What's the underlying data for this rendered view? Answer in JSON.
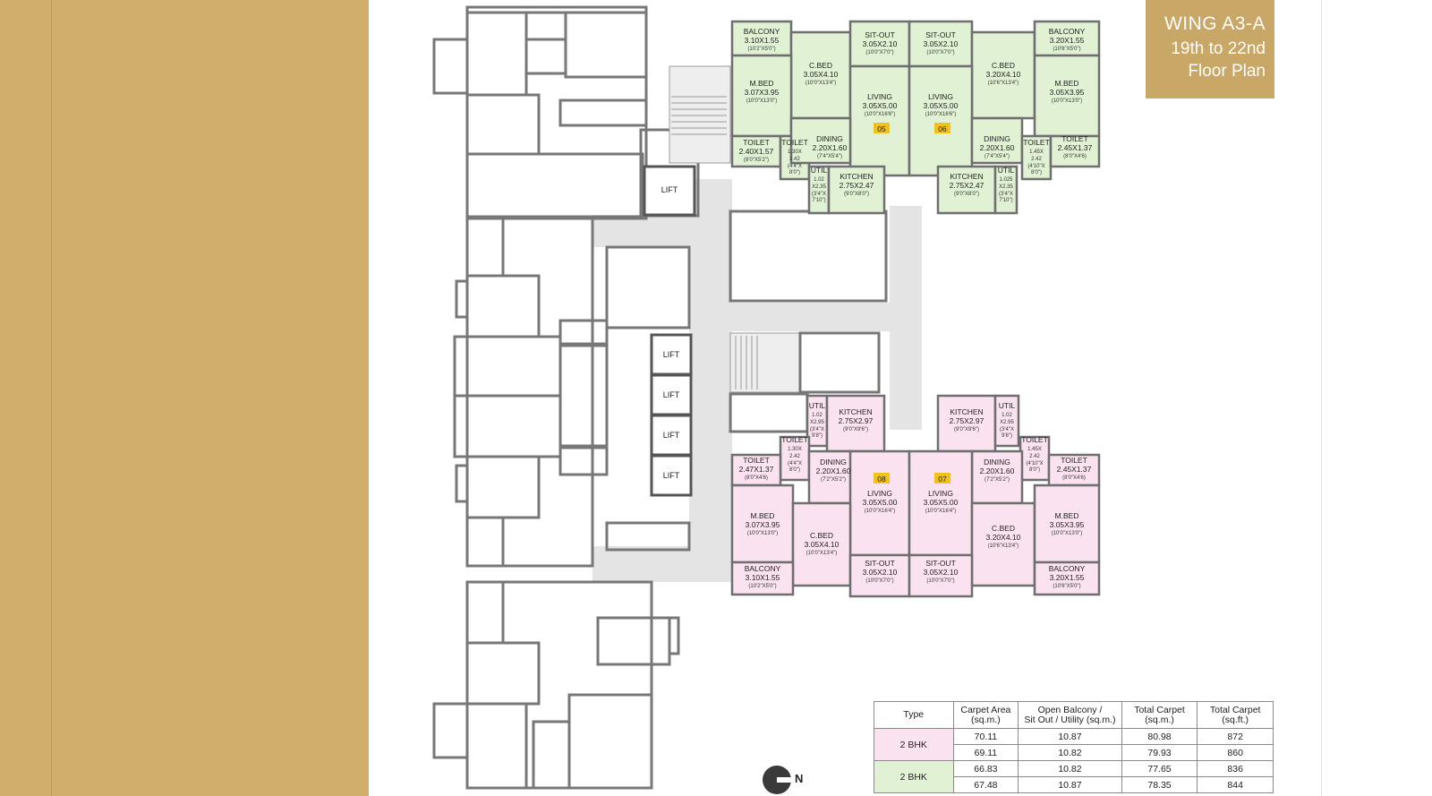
{
  "title": {
    "wing": "WING A3-A",
    "floors_line1": "19th to 22nd",
    "floors_line2": "Floor Plan"
  },
  "colors": {
    "gold_band": "#d0ae6c",
    "badge": "#c9a766",
    "green_flat": "#e1f2d4",
    "pink_flat": "#fbe2f1",
    "corridor": "#e4e4e4",
    "unit_tag": "#f3c21a"
  },
  "lifts": [
    "LIFT",
    "LIFT",
    "LIFT",
    "LIFT",
    "LIFT"
  ],
  "units": {
    "u05": {
      "tag": "05"
    },
    "u06": {
      "tag": "06"
    },
    "u07": {
      "tag": "07"
    },
    "u08": {
      "tag": "08"
    }
  },
  "rooms": {
    "u05": {
      "balcony": {
        "name": "BALCONY",
        "m": "3.10X1.55",
        "f": "(10'2\"X5'0\")"
      },
      "cbed": {
        "name": "C.BED",
        "m": "3.05X4.10",
        "f": "(10'0\"X13'4\")"
      },
      "sitout": {
        "name": "SIT-OUT",
        "m": "3.05X2.10",
        "f": "(10'0\"X7'0\")"
      },
      "mbed": {
        "name": "M.BED",
        "m": "3.07X3.95",
        "f": "(10'0\"X13'0\")"
      },
      "living": {
        "name": "LIVING",
        "m": "3.05X5.00",
        "f": "(10'0\"X16'6\")"
      },
      "toilet1": {
        "name": "TOILET",
        "m": "2.40X1.57",
        "f": "(8'0\"X5'2\")"
      },
      "toilet2": {
        "name": "TOILET",
        "m1": "1.30X",
        "m2": "2.42",
        "f1": "(4'4\"X",
        "f2": "8'0\")"
      },
      "dining": {
        "name": "DINING",
        "m": "2.20X1.60",
        "f": "(7'4\"X5'4\")"
      },
      "util": {
        "name": "UTIL",
        "m1": "1.02",
        "m2": "X2.35",
        "f1": "(3'4\"X",
        "f2": "7'10\")"
      },
      "kitchen": {
        "name": "KITCHEN",
        "m": "2.75X2.47",
        "f": "(9'0\"X8'0\")"
      }
    },
    "u06": {
      "sitout": {
        "name": "SIT-OUT",
        "m": "3.05X2.10",
        "f": "(10'0\"X7'0\")"
      },
      "cbed": {
        "name": "C.BED",
        "m": "3.20X4.10",
        "f": "(10'6\"X13'4\")"
      },
      "balcony": {
        "name": "BALCONY",
        "m": "3.20X1.55",
        "f": "(10'6\"X5'0\")"
      },
      "living": {
        "name": "LIVING",
        "m": "3.05X5.00",
        "f": "(10'0\"X16'6\")"
      },
      "mbed": {
        "name": "M.BED",
        "m": "3.05X3.95",
        "f": "(10'0\"X13'0\")"
      },
      "dining": {
        "name": "DINING",
        "m": "2.20X1.60",
        "f": "(7'4\"X5'4\")"
      },
      "toilet2": {
        "name": "TOILET",
        "m1": "1.45X",
        "m2": "2.42",
        "f1": "(4'10\"X",
        "f2": "8'0\")"
      },
      "toilet1": {
        "name": "TOILET",
        "m": "2.45X1.37",
        "f": "(8'0\"X4'6)"
      },
      "kitchen": {
        "name": "KITCHEN",
        "m": "2.75X2.47",
        "f": "(9'0\"X8'0\")"
      },
      "util": {
        "name": "UTIL",
        "m1": "1.025",
        "m2": "X2.35",
        "f1": "(3'4\"X",
        "f2": "7'10\")"
      }
    },
    "u08": {
      "util": {
        "name": "UTIL",
        "m1": "1.02",
        "m2": "X2.95",
        "f1": "(3'4\"X",
        "f2": "9'8\")"
      },
      "kitchen": {
        "name": "KITCHEN",
        "m": "2.75X2.97",
        "f": "(9'0\"X9'6\")"
      },
      "toilet1": {
        "name": "TOILET",
        "m": "2.47X1.37",
        "f": "(8'0\"X4'6)"
      },
      "toilet2": {
        "name": "TOILET",
        "m1": "1.30X",
        "m2": "2.42",
        "f1": "(4'4\"X",
        "f2": "8'0\")"
      },
      "dining": {
        "name": "DINING",
        "m": "2.20X1.60",
        "f": "(7'2\"X5'2\")"
      },
      "living": {
        "name": "LIVING",
        "m": "3.05X5.00",
        "f": "(10'0\"X16'4\")"
      },
      "mbed": {
        "name": "M.BED",
        "m": "3.07X3.95",
        "f": "(10'0\"X13'0\")"
      },
      "cbed": {
        "name": "C.BED",
        "m": "3.05X4.10",
        "f": "(10'0\"X13'4\")"
      },
      "balcony": {
        "name": "BALCONY",
        "m": "3.10X1.55",
        "f": "(10'2\"X5'0\")"
      },
      "sitout": {
        "name": "SIT-OUT",
        "m": "3.05X2.10",
        "f": "(10'0\"X7'0\")"
      }
    },
    "u07": {
      "kitchen": {
        "name": "KITCHEN",
        "m": "2.75X2.97",
        "f": "(9'0\"X9'6\")"
      },
      "util": {
        "name": "UTIL",
        "m1": "1.02",
        "m2": "X2.95",
        "f1": "(3'4\"X",
        "f2": "9'8\")"
      },
      "toilet2": {
        "name": "TOILET",
        "m1": "1.45X",
        "m2": "2.42",
        "f1": "(4'10\"X",
        "f2": "8'0\")"
      },
      "dining": {
        "name": "DINING",
        "m": "2.20X1.60",
        "f": "(7'2\"X5'2\")"
      },
      "toilet1": {
        "name": "TOILET",
        "m": "2.45X1.37",
        "f": "(8'0\"X4'6)"
      },
      "living": {
        "name": "LIVING",
        "m": "3.05X5.00",
        "f": "(10'0\"X16'4\")"
      },
      "cbed": {
        "name": "C.BED",
        "m": "3.20X4.10",
        "f": "(10'6\"X13'4\")"
      },
      "mbed": {
        "name": "M.BED",
        "m": "3.05X3.95",
        "f": "(10'0\"X13'0\")"
      },
      "sitout": {
        "name": "SIT-OUT",
        "m": "3.05X2.10",
        "f": "(10'0\"X7'0\")"
      },
      "balcony": {
        "name": "BALCONY",
        "m": "3.20X1.55",
        "f": "(10'6\"X5'0\")"
      }
    }
  },
  "area_table": {
    "headers": {
      "type": "Type",
      "carpet1": "Carpet Area",
      "carpet2": "(sq.m.)",
      "open1": "Open Balcony /",
      "open2": "Sit Out / Utility (sq.m.)",
      "tcm1": "Total Carpet",
      "tcm2": "(sq.m.)",
      "tcf1": "Total Carpet",
      "tcf2": "(sq.ft.)"
    },
    "groups": [
      {
        "type": "2 BHK",
        "rows": [
          {
            "carpet": "70.11",
            "open": "10.87",
            "total_sqm": "80.98",
            "total_sqft": "872"
          },
          {
            "carpet": "69.11",
            "open": "10.82",
            "total_sqm": "79.93",
            "total_sqft": "860"
          }
        ]
      },
      {
        "type": "2 BHK",
        "rows": [
          {
            "carpet": "66.83",
            "open": "10.82",
            "total_sqm": "77.65",
            "total_sqft": "836"
          },
          {
            "carpet": "67.48",
            "open": "10.87",
            "total_sqm": "78.35",
            "total_sqft": "844"
          }
        ]
      }
    ]
  },
  "north": {
    "label": "N",
    "icon": "north-arrow-icon"
  }
}
